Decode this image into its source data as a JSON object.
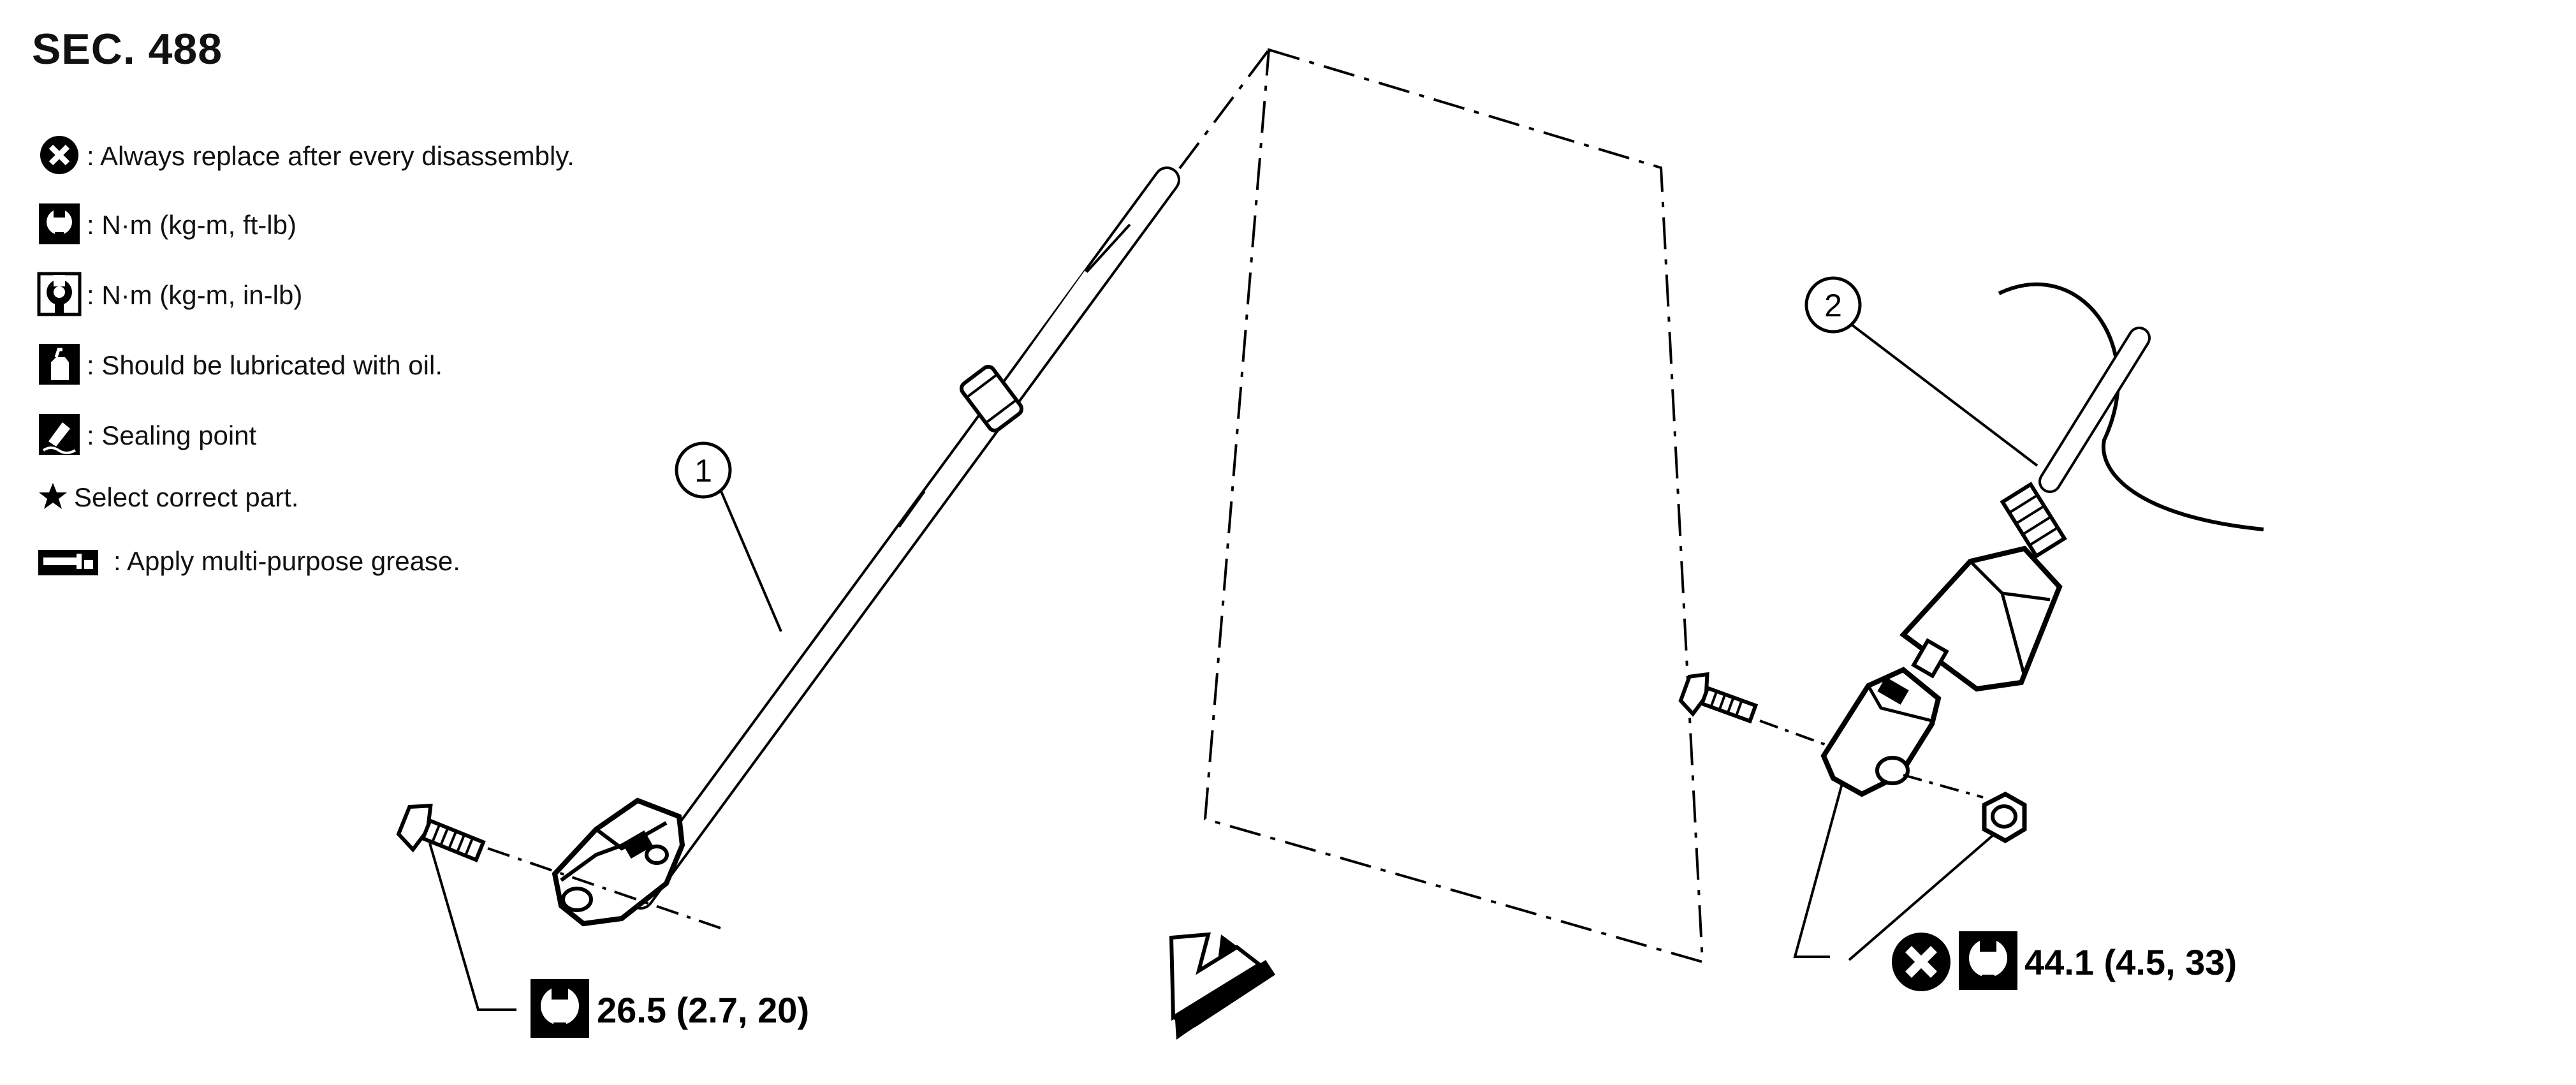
{
  "section": "SEC. 488",
  "legend": [
    {
      "icon": "replace-x-icon",
      "text": ": Always replace after every disassembly."
    },
    {
      "icon": "wrench-ftlb-icon",
      "text": ": N·m (kg-m, ft-lb)"
    },
    {
      "icon": "wrench-inlb-icon",
      "text": ": N·m (kg-m, in-lb)"
    },
    {
      "icon": "oil-can-icon",
      "text": ": Should be lubricated with oil."
    },
    {
      "icon": "sealing-icon",
      "text": ": Sealing point"
    },
    {
      "icon": "star-icon",
      "text": "Select correct part."
    },
    {
      "icon": "grease-icon",
      "text": ": Apply multi-purpose grease."
    }
  ],
  "callouts": [
    {
      "number": "1"
    },
    {
      "number": "2"
    }
  ],
  "torques": [
    {
      "value": "26.5 (2.7, 20)",
      "icons": [
        "wrench-ftlb-icon"
      ]
    },
    {
      "value": "44.1 (4.5, 33)",
      "icons": [
        "replace-x-icon",
        "wrench-ftlb-icon"
      ]
    }
  ],
  "front_arrow": {
    "icon": "front-arrow-icon"
  }
}
